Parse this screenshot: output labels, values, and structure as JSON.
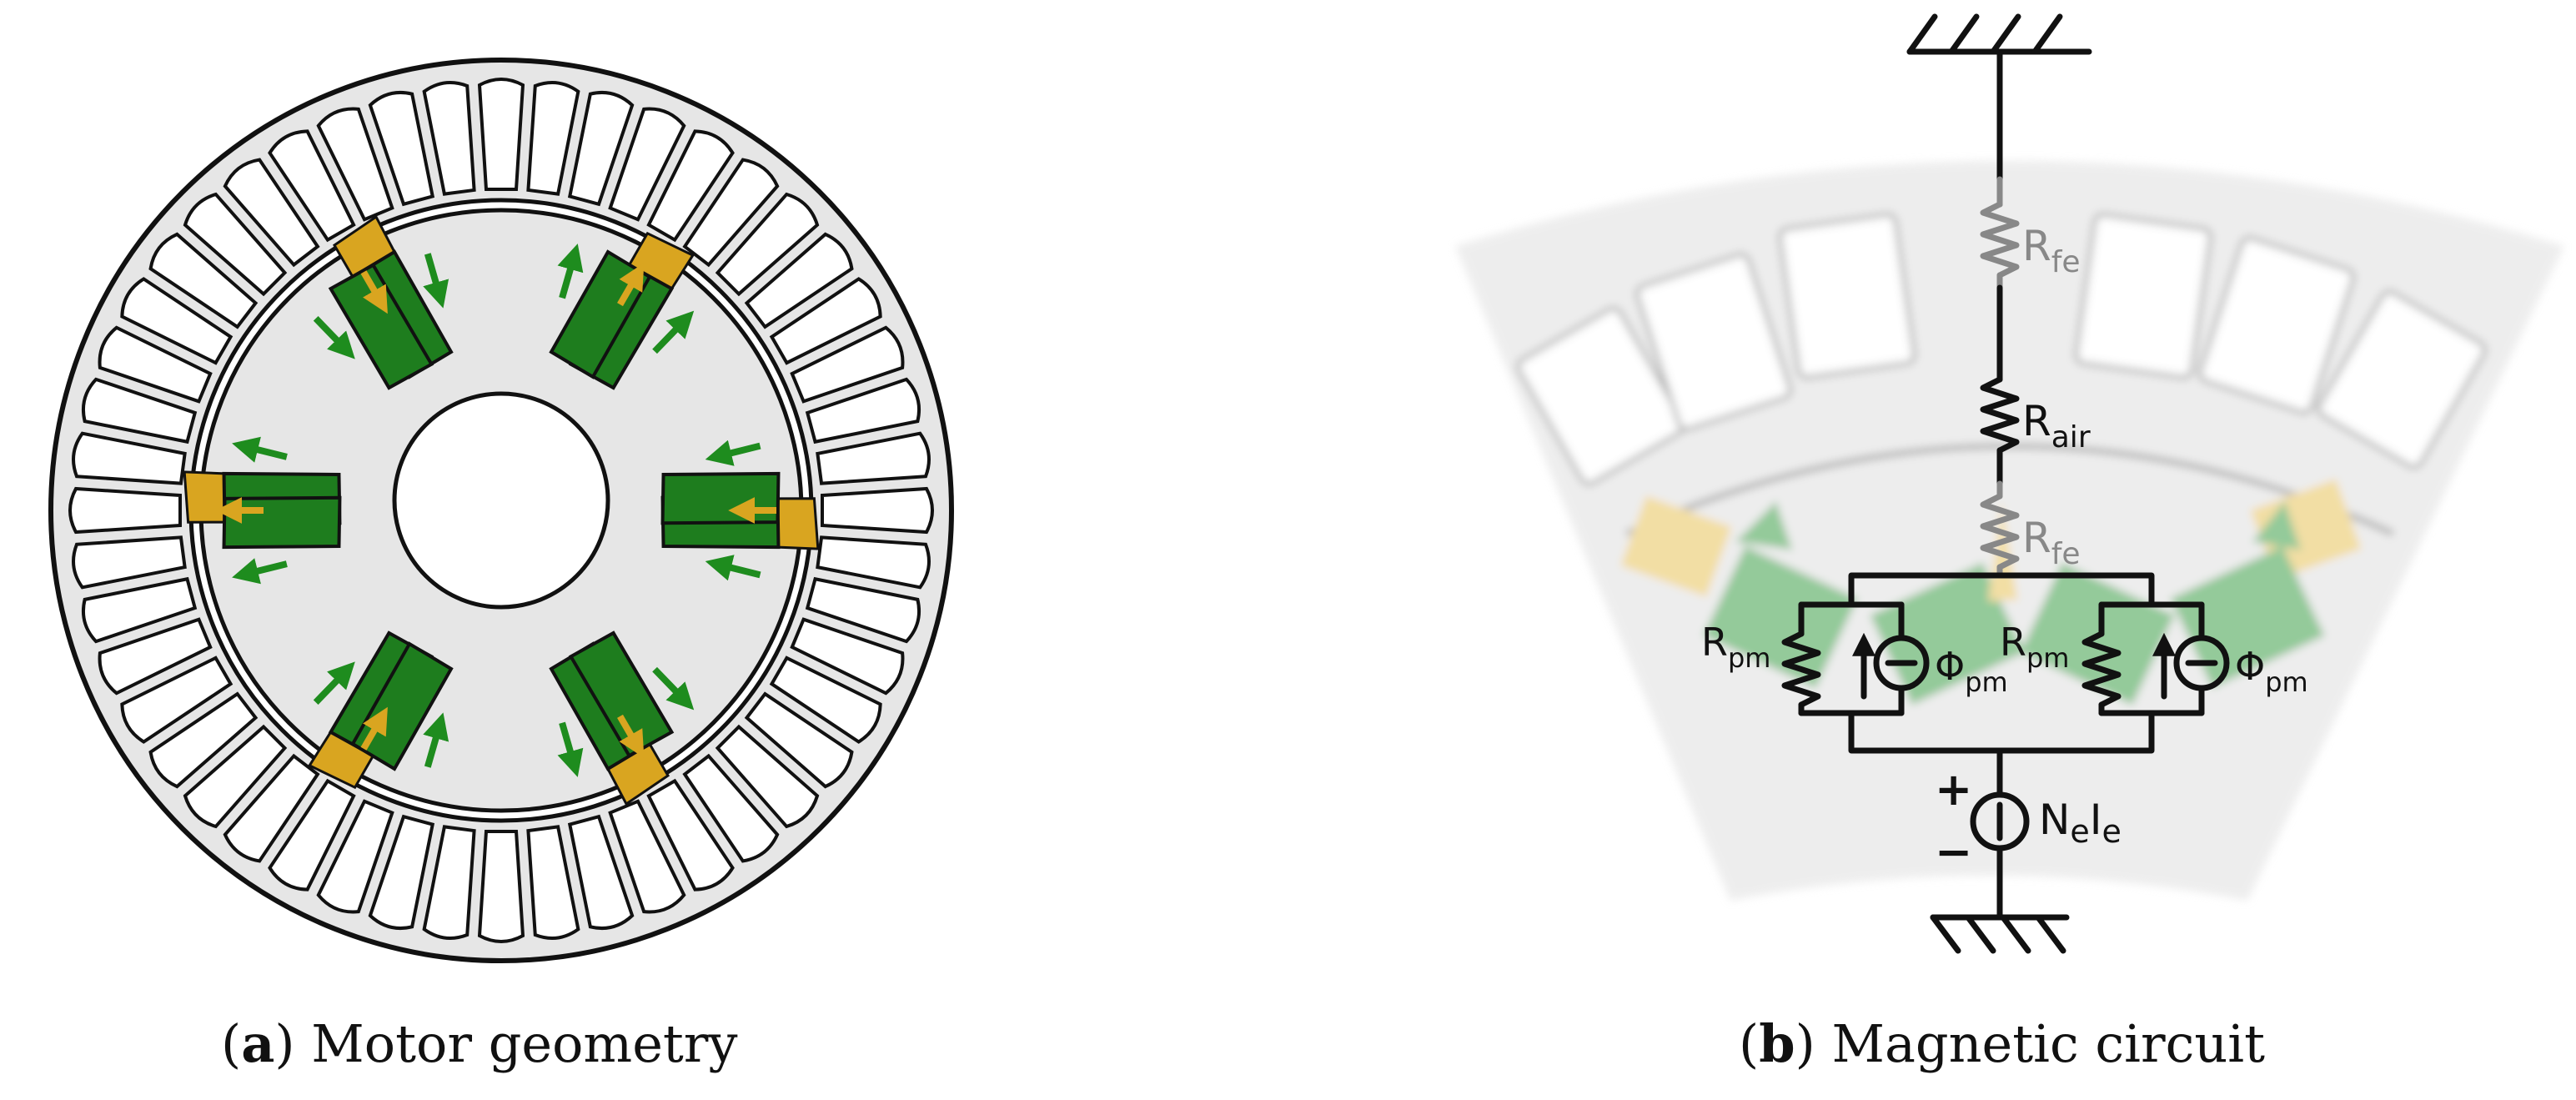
{
  "panels": [
    {
      "id": "a",
      "letter": "a",
      "caption": "Motor geometry"
    },
    {
      "id": "b",
      "letter": "b",
      "caption": "Magnetic circuit",
      "labels": {
        "r_fe_top": "R",
        "r_fe_top_sub": "fe",
        "r_air": "R",
        "r_air_sub": "air",
        "r_fe_mid": "R",
        "r_fe_mid_sub": "fe",
        "r_pm_left": "R",
        "r_pm_left_sub": "pm",
        "phi_pm_left": "Φ",
        "phi_pm_left_sub": "pm",
        "r_pm_right": "R",
        "r_pm_right_sub": "pm",
        "phi_pm_right": "Φ",
        "phi_pm_right_sub": "pm",
        "source": "N",
        "source_sub1": "e",
        "source_mid": "I",
        "source_sub2": "e",
        "plus": "+",
        "minus": "−"
      }
    }
  ],
  "colors": {
    "stator": "#e6e6e6",
    "magnet": "#1e7d1e",
    "barrier": "#d9a520",
    "flux_green": "#1e8c1e",
    "flux_yellow": "#d9a520",
    "outline": "#111111",
    "grey_resistor": "#888888"
  }
}
